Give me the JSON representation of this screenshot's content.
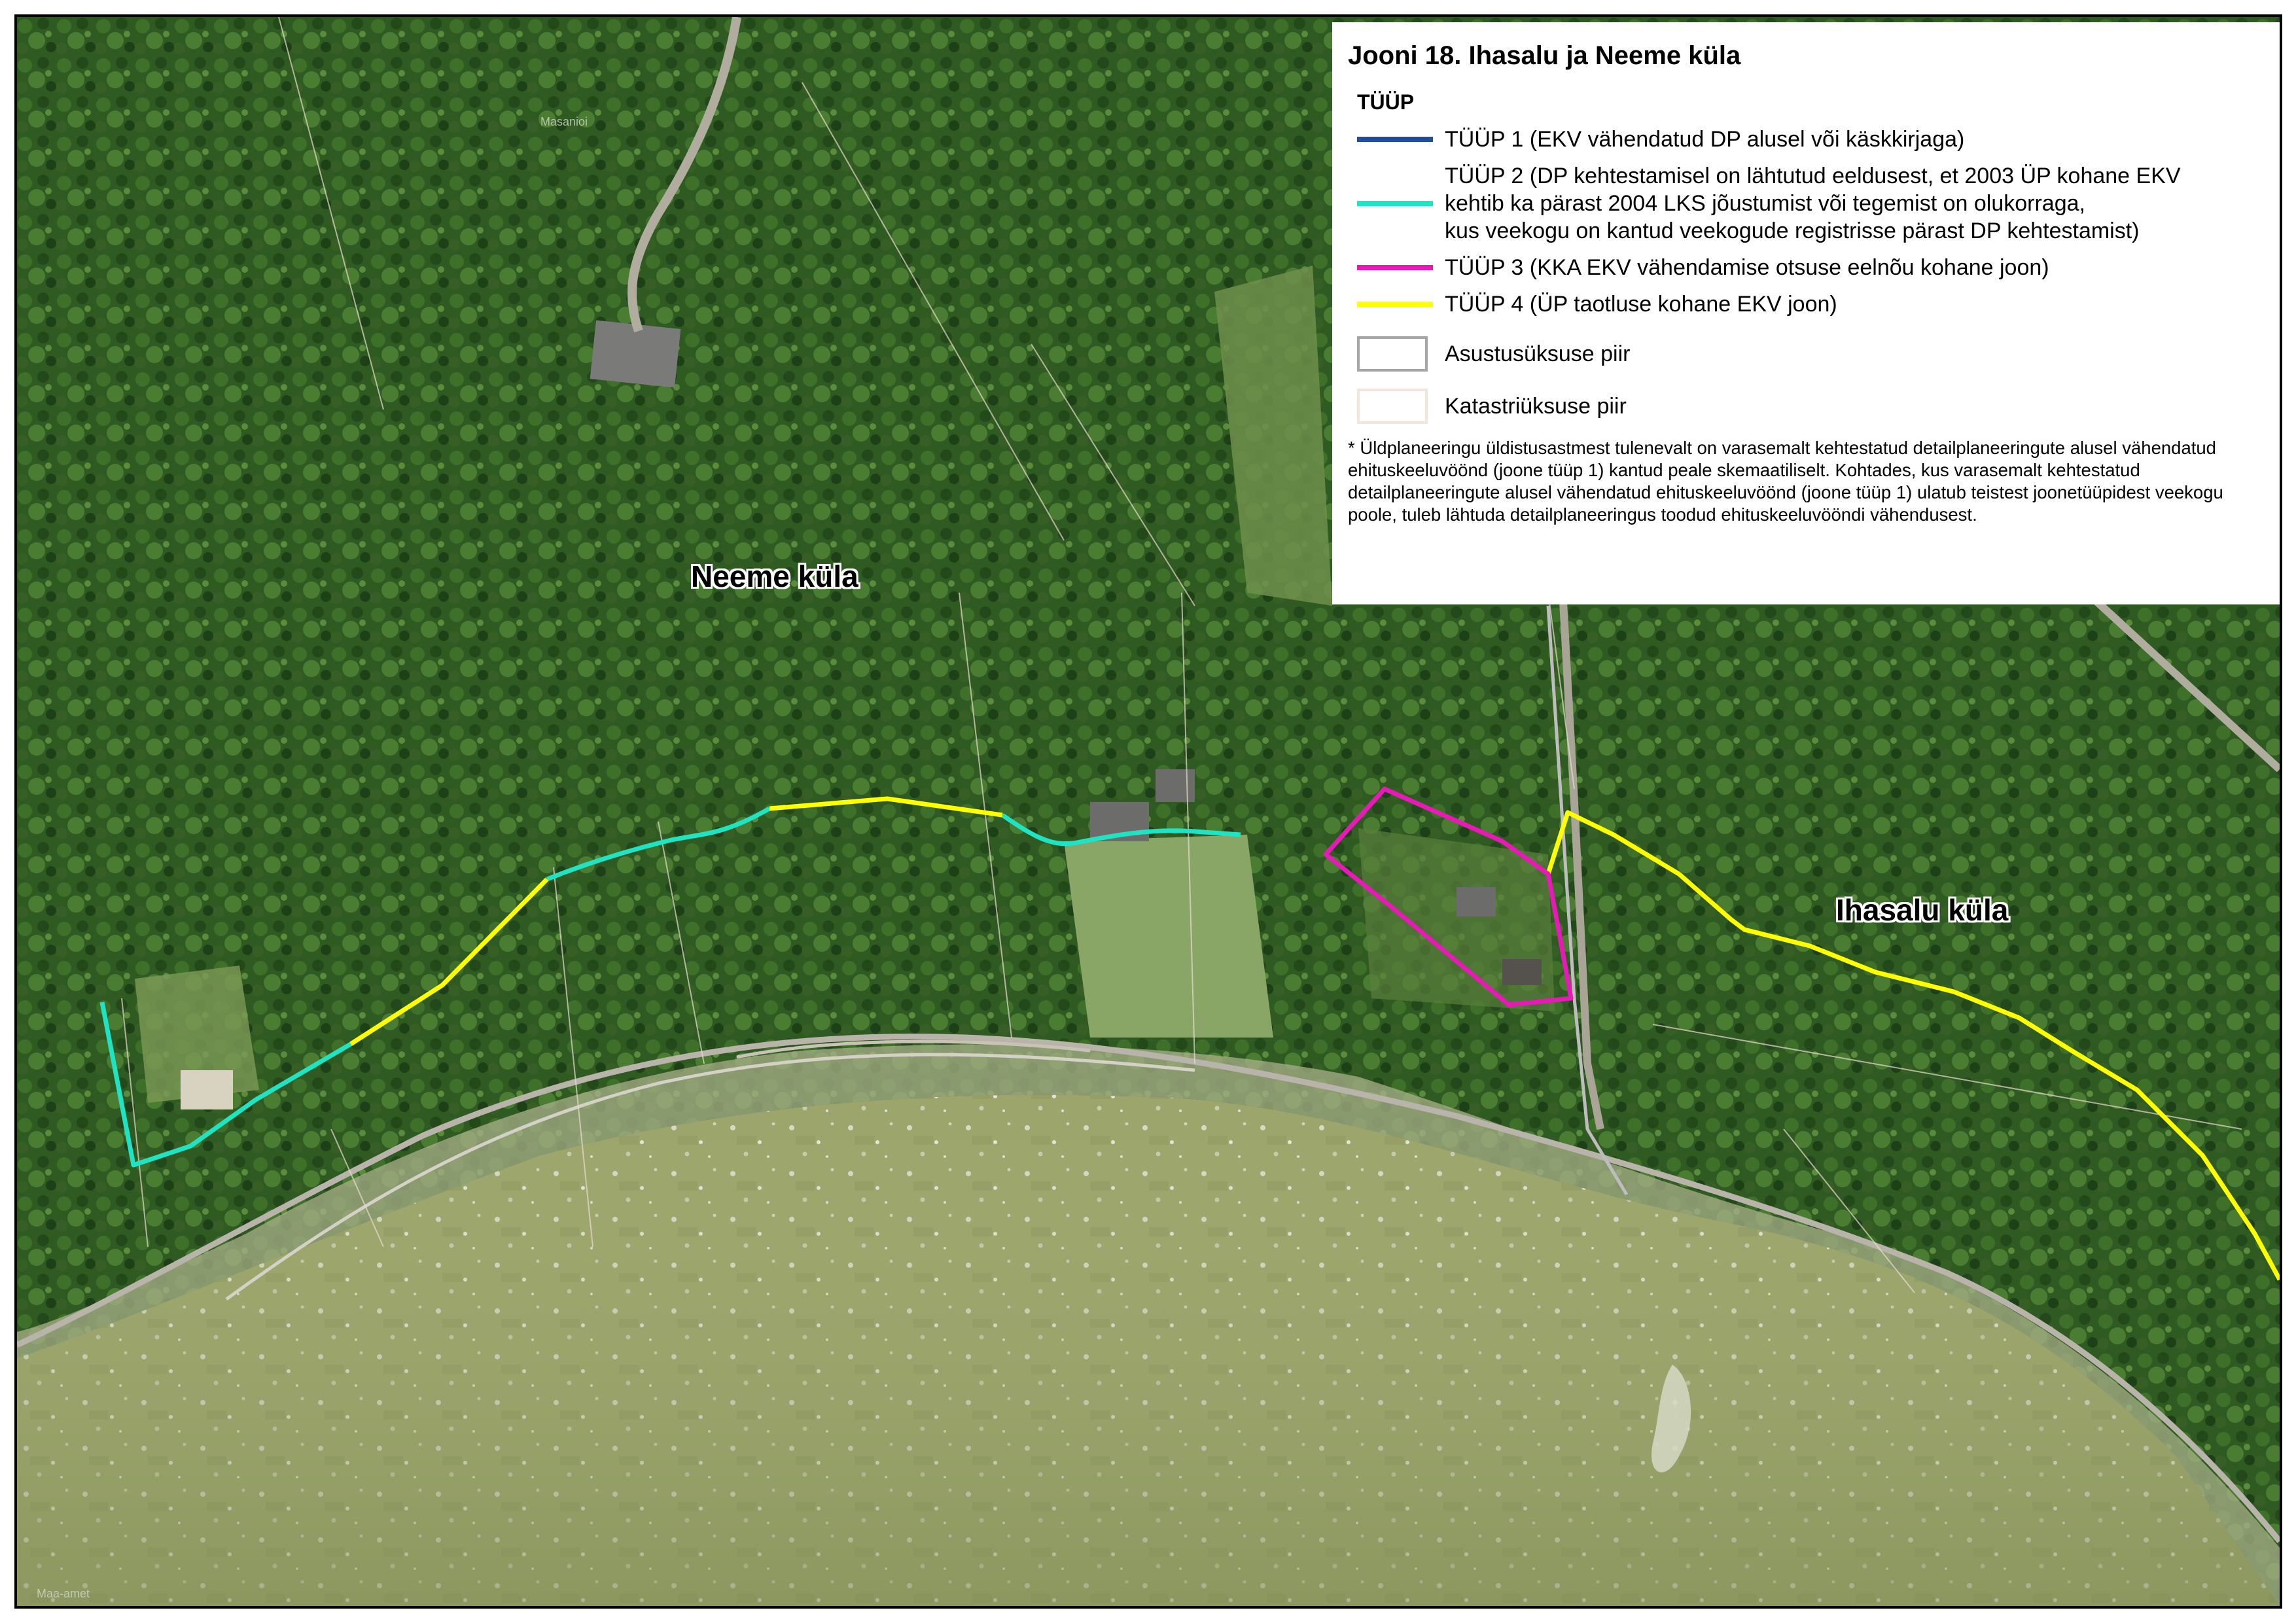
{
  "map": {
    "place_labels": {
      "neeme": "Neeme küla",
      "ihasalu": "Ihasalu küla"
    },
    "micro_labels": {
      "top": "Masanioi",
      "bottom_left": "Maa-amet"
    },
    "colors": {
      "forest": "#2f5a22",
      "forest_dark": "#1f4217",
      "forest_light": "#4d7f34",
      "field": "#8aa667",
      "water": "#9fa870",
      "water_deep": "#8b9762",
      "beach": "#bdbda6",
      "road": "#b8b4aa",
      "settlement_boundary": "#bdbdbd",
      "cadastral_boundary": "#e8dccf"
    }
  },
  "legend": {
    "title": "Jooni 18. Ihasalu ja Neeme küla",
    "subtitle": "TÜÜP",
    "items": [
      {
        "color": "#1f4e9c",
        "label": "TÜÜP 1 (EKV vähendatud DP alusel või käskkirjaga)"
      },
      {
        "color": "#1fe3c2",
        "label": "TÜÜP 2 (DP kehtestamisel on lähtutud eeldusest, et 2003 ÜP kohane EKV\nkehtib ka pärast 2004 LKS jõustumist või tegemist on olukorraga,\nkus veekogu on kantud veekogude registrisse pärast DP kehtestamist)"
      },
      {
        "color": "#e61ab4",
        "label": "TÜÜP 3 (KKA EKV vähendamise otsuse eelnõu kohane joon)"
      },
      {
        "color": "#ffff00",
        "label": "TÜÜP 4 (ÜP taotluse kohane EKV joon)"
      }
    ],
    "boundaries": [
      {
        "border_color": "#a6a6a6",
        "label": "Asustusüksuse piir"
      },
      {
        "border_color": "#f2e6da",
        "label": "Katastriüksuse piir"
      }
    ],
    "note": "* Üldplaneeringu üldistusastmest tulenevalt on varasemalt kehtestatud detailplaneeringute alusel vähendatud ehituskeeluvöönd (joone tüüp 1) kantud peale skemaatiliselt. Kohtades, kus varasemalt kehtestatud detailplaneeringute alusel vähendatud ehituskeeluvöönd (joone tüüp 1) ulatub teistest joonetüüpidest veekogu poole, tuleb lähtuda detailplaneeringus toodud ehituskeeluvööndi vähendusest."
  }
}
